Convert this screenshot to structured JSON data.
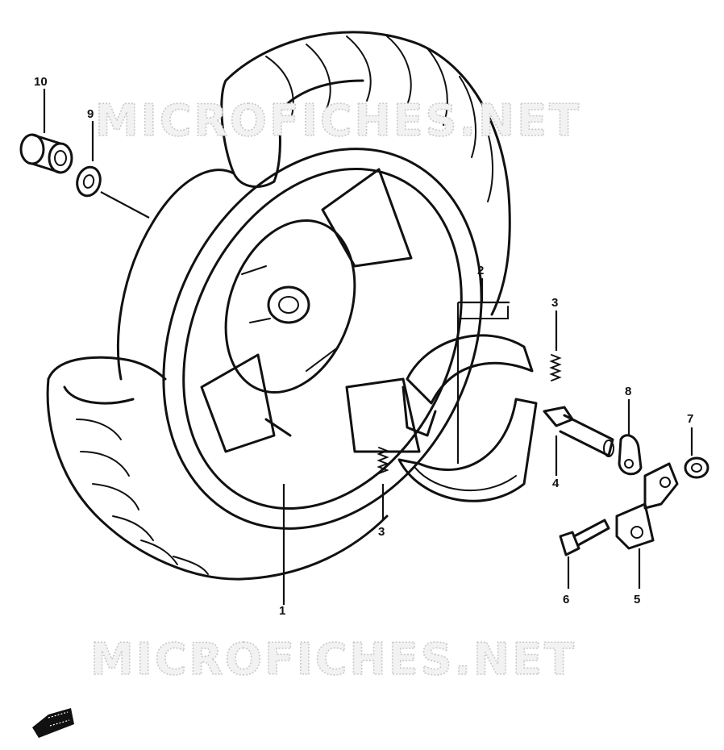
{
  "watermarks": [
    "MICROFICHES.NET",
    "MICROFICHES.NET"
  ],
  "callouts": {
    "c1": "1",
    "c2": "2",
    "c3a": "3",
    "c3b": "3",
    "c4": "4",
    "c5": "5",
    "c6": "6",
    "c7": "7",
    "c8": "8",
    "c9": "9",
    "c10": "10"
  }
}
